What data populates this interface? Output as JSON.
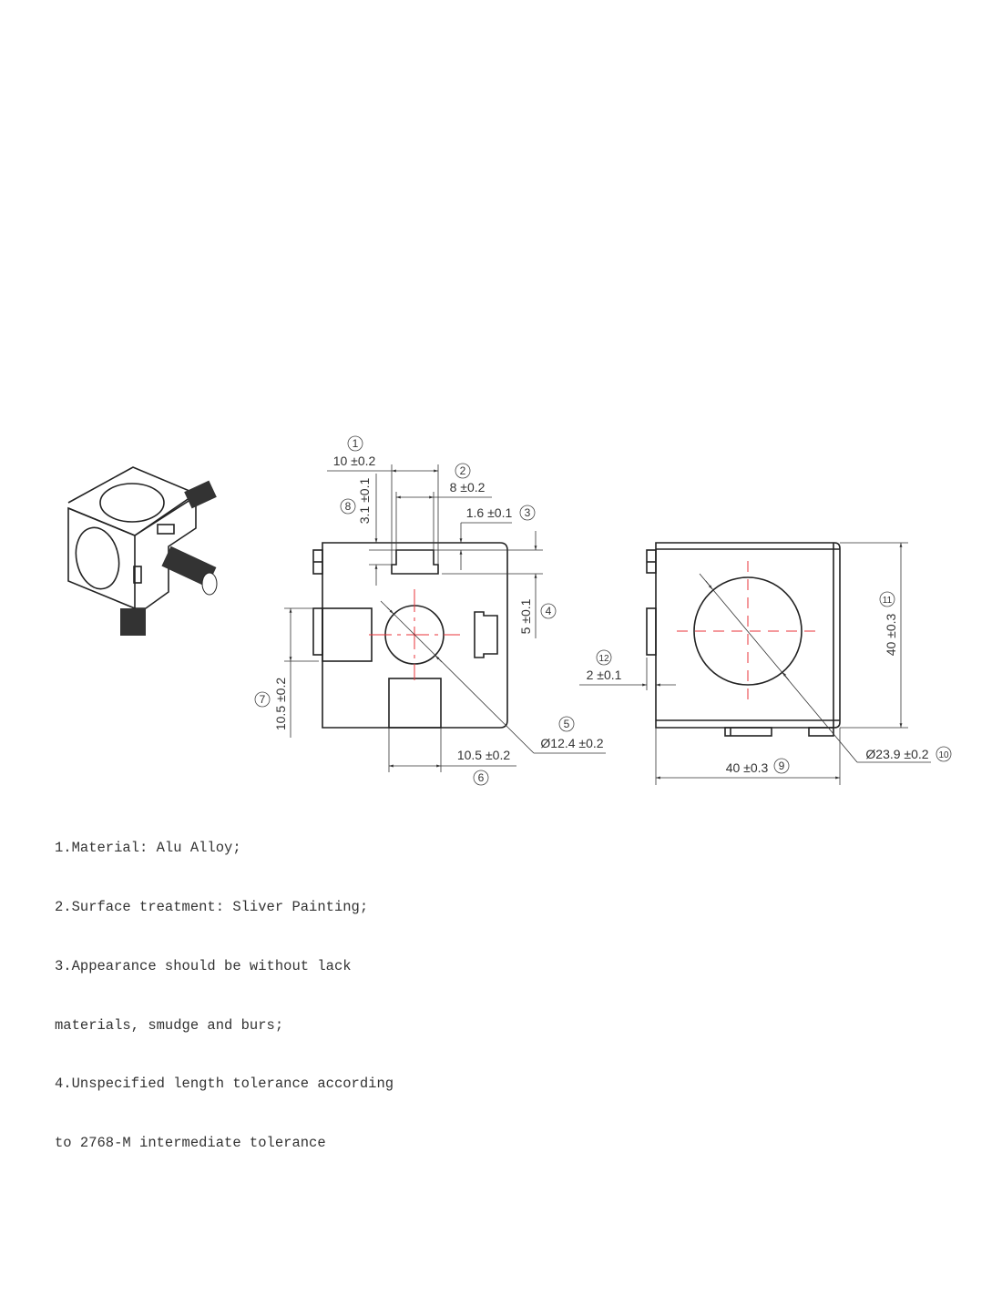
{
  "views": {
    "front": {
      "dims": [
        {
          "id": "1",
          "text": "10 ±0.2"
        },
        {
          "id": "2",
          "text": "8 ±0.2"
        },
        {
          "id": "3",
          "text": "1.6 ±0.1"
        },
        {
          "id": "4",
          "text": "5 ±0.1"
        },
        {
          "id": "5",
          "text": "Ø12.4 ±0.2"
        },
        {
          "id": "6",
          "text": "10.5 ±0.2"
        },
        {
          "id": "7",
          "text": "10.5 ±0.2"
        },
        {
          "id": "8",
          "text": "3.1 ±0.1"
        }
      ]
    },
    "side": {
      "dims": [
        {
          "id": "9",
          "text": "40 ±0.3"
        },
        {
          "id": "10",
          "text": "Ø23.9 ±0.2"
        },
        {
          "id": "11",
          "text": "40 ±0.3"
        },
        {
          "id": "12",
          "text": "2 ±0.1"
        }
      ]
    }
  },
  "notes": [
    "1.Material: Alu Alloy;",
    "2.Surface treatment: Sliver Painting;",
    "3.Appearance should be without lack",
    "materials, smudge and burs;",
    "4.Unspecified length tolerance according",
    "to 2768-M intermediate tolerance"
  ],
  "colors": {
    "centerline": "#e8333a",
    "line": "#222222"
  }
}
